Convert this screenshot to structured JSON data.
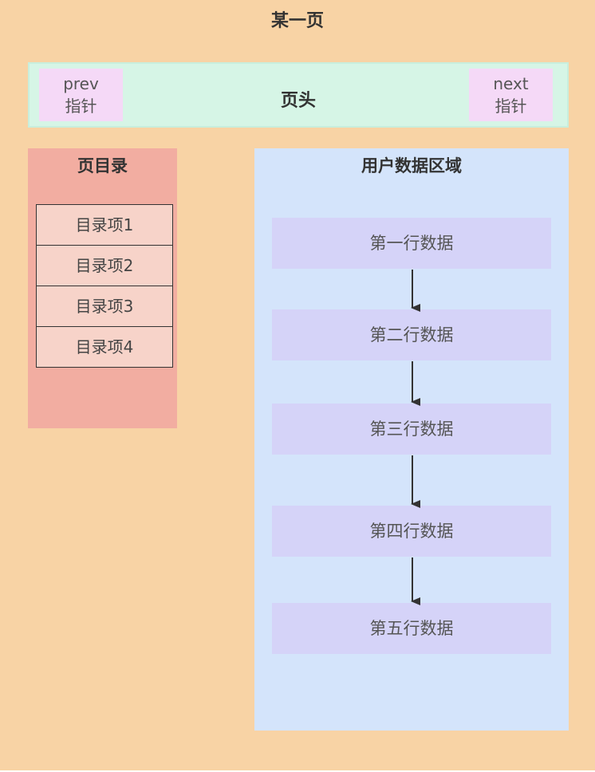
{
  "page": {
    "title": "某一页"
  },
  "header": {
    "title": "页头",
    "prev": {
      "line1": "prev",
      "line2": "指针"
    },
    "next": {
      "line1": "next",
      "line2": "指针"
    }
  },
  "toc": {
    "title": "页目录",
    "items": [
      "目录项1",
      "目录项2",
      "目录项3",
      "目录项4"
    ]
  },
  "user_data": {
    "title": "用户数据区域",
    "rows": [
      "第一行数据",
      "第二行数据",
      "第三行数据",
      "第四行数据",
      "第五行数据"
    ]
  },
  "colors": {
    "page_bg": "#f8d3a5",
    "header_bg": "#d6f5e6",
    "pointer_bg": "#f5d9f7",
    "toc_bg": "#f2ada1",
    "toc_item_bg": "#f7d3c9",
    "user_area_bg": "#d4e4fb",
    "row_bg": "#d5d3f8",
    "arrow": "#333333"
  }
}
